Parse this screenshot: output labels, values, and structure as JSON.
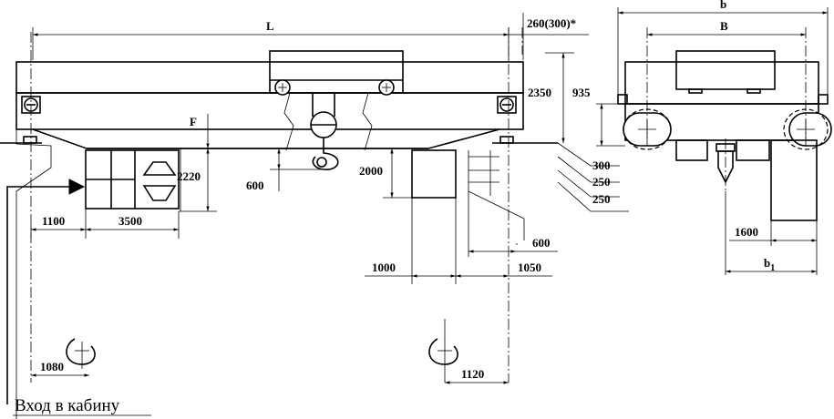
{
  "labels": {
    "span": "L",
    "offset": "260(300)*",
    "width_total": "b",
    "width_inner": "B",
    "height_main": "2350",
    "height_trolley": "935",
    "f_label": "F",
    "cab_height": "2220",
    "hook_low": "600",
    "clear_height": "2000",
    "d300": "300",
    "d250a": "250",
    "d250b": "250",
    "cab_left": "1100",
    "cab_width": "3500",
    "d600_right": "600",
    "d1000": "1000",
    "d1050": "1050",
    "d1600": "1600",
    "b1_main": "b",
    "b1_sub": "1",
    "d1080": "1080",
    "d1120": "1120",
    "caption": "Вход в кабину"
  }
}
